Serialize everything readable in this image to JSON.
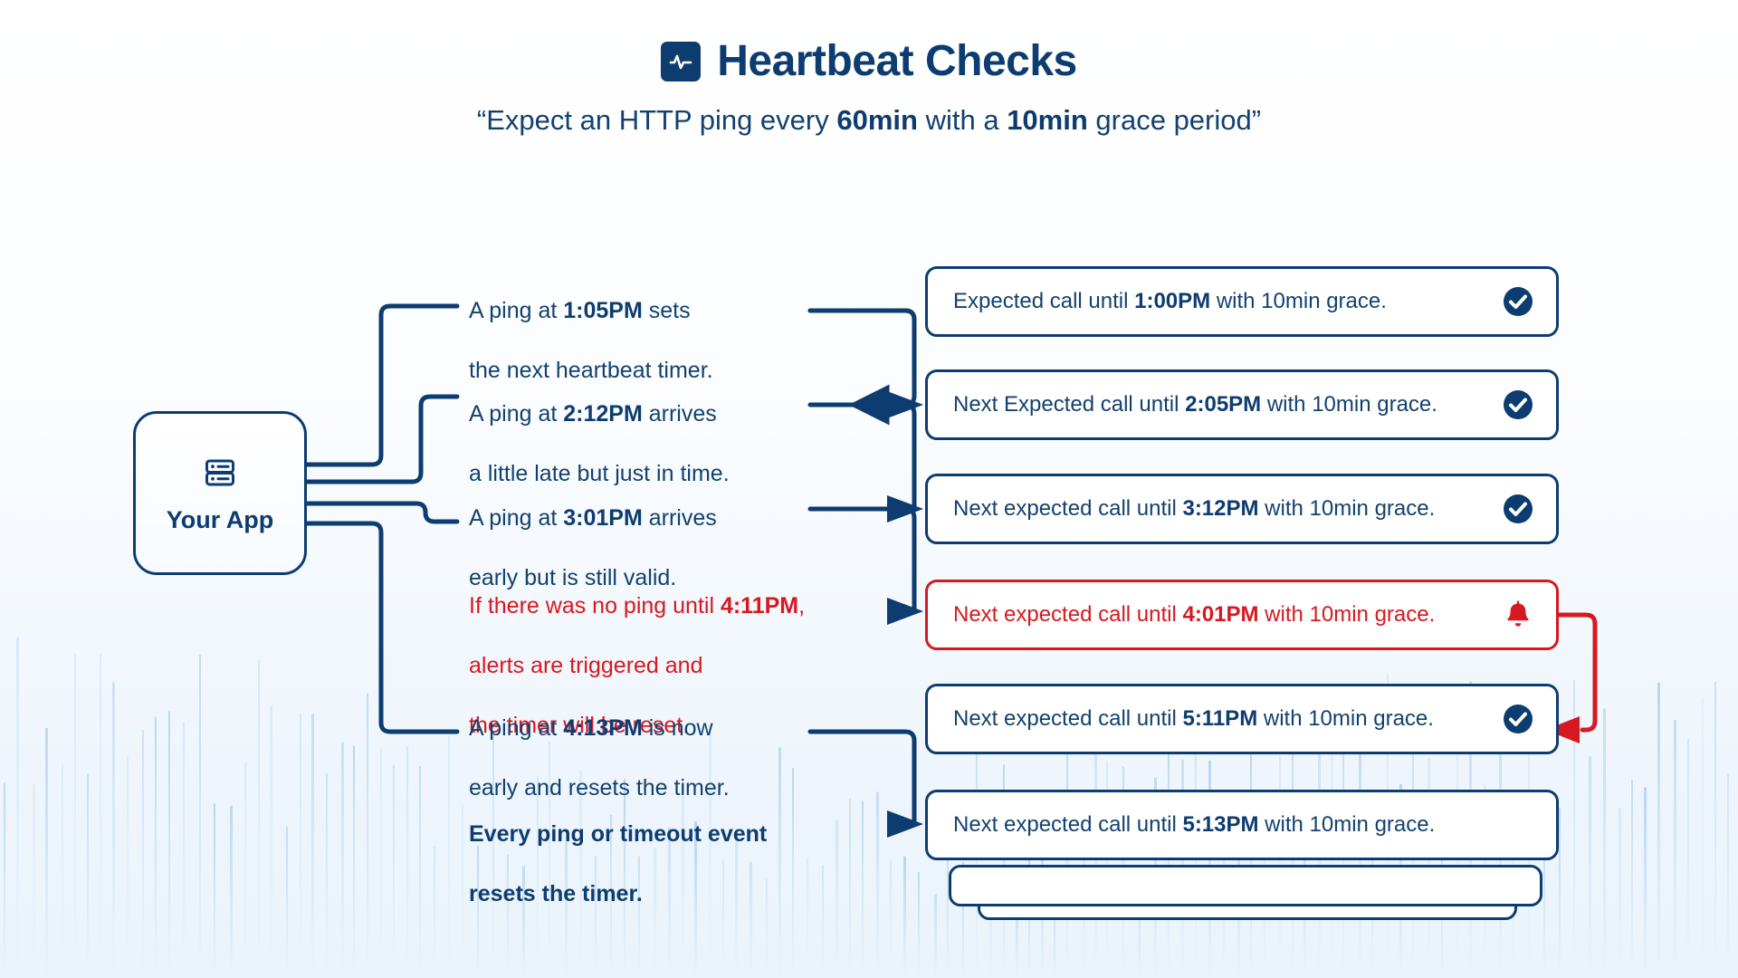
{
  "header": {
    "icon": "heartbeat-pulse-icon",
    "title": "Heartbeat Checks",
    "subtitle_parts": [
      "“Expect an HTTP ping every ",
      "60min",
      " with a ",
      "10min",
      " grace period”"
    ],
    "subtitle_plain": "“Expect an HTTP ping every 60min with a 10min grace period”"
  },
  "source": {
    "icon": "server-icon",
    "label": "Your App"
  },
  "steps": [
    {
      "id": "step-ping-105",
      "tone": "normal",
      "line1_a": "A ping at ",
      "line1_b": "1:05PM",
      "line1_c": " sets",
      "line2": "the next heartbeat timer.",
      "plain": "A ping at 1:05PM sets the next heartbeat timer."
    },
    {
      "id": "step-ping-212",
      "tone": "normal",
      "line1_a": "A ping at ",
      "line1_b": "2:12PM",
      "line1_c": " arrives",
      "line2": "a little late but just in time.",
      "plain": "A ping at 2:12PM arrives a little late but just in time."
    },
    {
      "id": "step-ping-301",
      "tone": "normal",
      "line1_a": " A ping at ",
      "line1_b": "3:01PM",
      "line1_c": " arrives",
      "line2": " early but is still valid.",
      "plain": "A ping at 3:01PM arrives early but is still valid."
    },
    {
      "id": "step-no-ping-411",
      "tone": "alert",
      "line1_a": "If there was no ping until ",
      "line1_b": "4:11PM",
      "line1_c": ",",
      "line2": "alerts are triggered and",
      "line3": "the timer will be reset.",
      "plain": "If there was no ping until 4:11PM, alerts are triggered and the timer will be reset."
    },
    {
      "id": "step-ping-413",
      "tone": "normal",
      "line1_a": "A ping at ",
      "line1_b": "4:13PM",
      "line1_c": " is now",
      "line2": "early and resets the timer.",
      "plain": "A ping at 4:13PM is now early and resets the timer."
    },
    {
      "id": "step-summary",
      "tone": "summary",
      "line1_a": "Every ping or timeout event",
      "line1_b": "",
      "line1_c": "",
      "line2": "resets the timer.",
      "plain": "Every ping or timeout event resets the timer."
    }
  ],
  "cards": [
    {
      "id": "card-1",
      "prefix": "Expected call until ",
      "time": "1:00PM",
      "suffix": " with 10min grace.",
      "status": "ok",
      "icon": "check-circle-icon",
      "plain": "Expected call until 1:00PM with 10min grace."
    },
    {
      "id": "card-2",
      "prefix": "Next Expected call until ",
      "time": "2:05PM",
      "suffix": " with 10min grace.",
      "status": "ok",
      "icon": "check-circle-icon",
      "plain": "Next Expected call until 2:05PM with 10min grace."
    },
    {
      "id": "card-3",
      "prefix": "Next expected call until ",
      "time": "3:12PM",
      "suffix": " with 10min grace.",
      "status": "ok",
      "icon": "check-circle-icon",
      "plain": "Next expected call until 3:12PM with 10min grace."
    },
    {
      "id": "card-4",
      "prefix": "Next expected call until ",
      "time": "4:01PM",
      "suffix": " with 10min grace.",
      "status": "alert",
      "icon": "bell-icon",
      "plain": "Next expected call until 4:01PM with 10min grace."
    },
    {
      "id": "card-5",
      "prefix": "Next expected call until ",
      "time": "5:11PM",
      "suffix": " with 10min grace.",
      "status": "ok",
      "icon": "check-circle-icon",
      "plain": "Next expected call until 5:11PM with 10min grace."
    },
    {
      "id": "card-6",
      "prefix": "Next expected call until ",
      "time": "5:13PM",
      "suffix": " with 10min grace.",
      "status": "none",
      "icon": "",
      "plain": "Next expected call until 5:13PM with 10min grace."
    }
  ],
  "colors": {
    "navy": "#0d3c70",
    "navy_text": "#12416f",
    "red": "#d61920",
    "card_bg": "#ffffff",
    "page_bg": "#eef5fc",
    "bar_blue": "#9cc8e8"
  }
}
